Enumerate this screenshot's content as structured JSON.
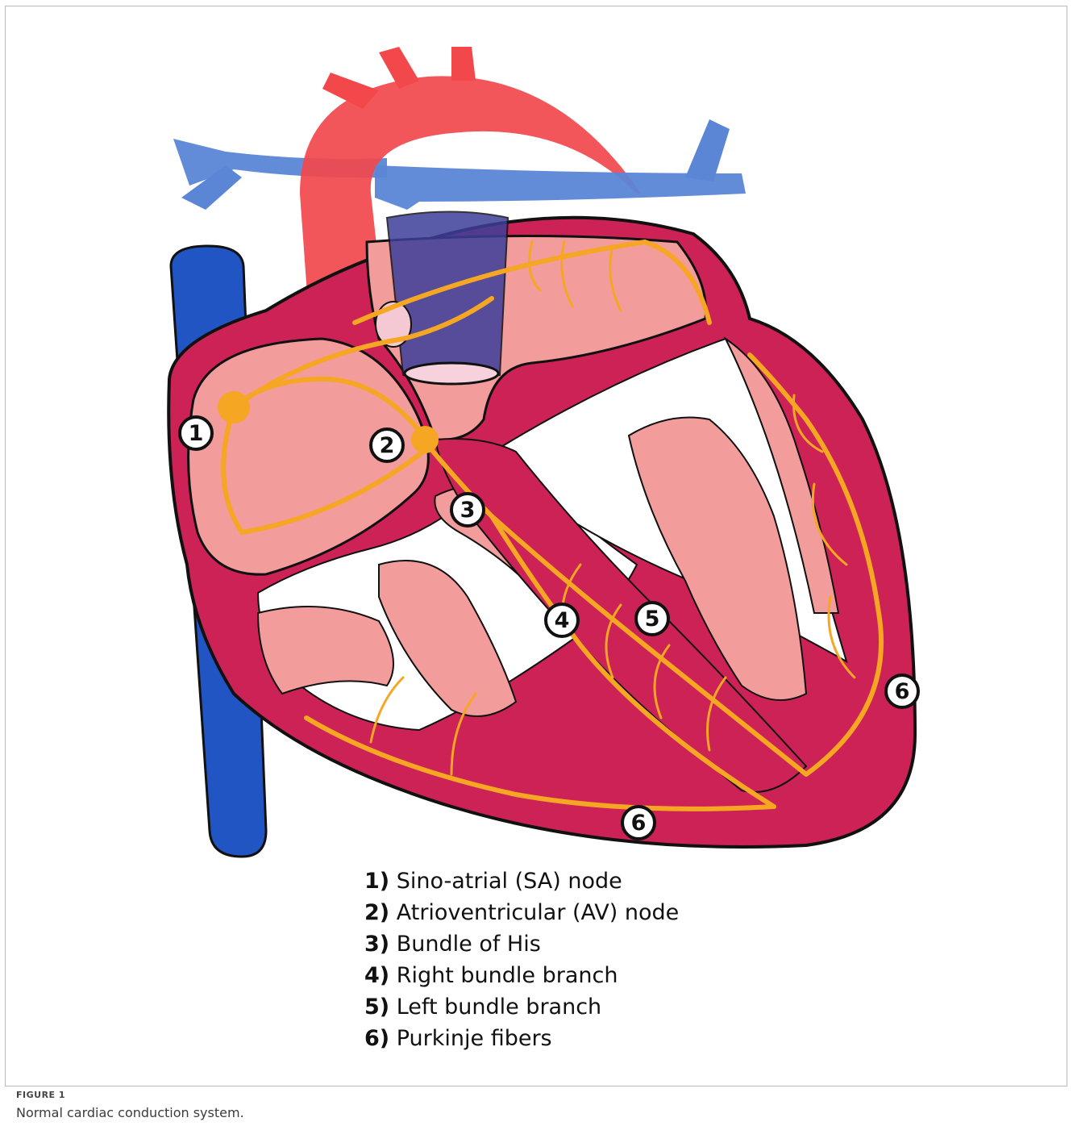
{
  "diagram": {
    "markers": [
      {
        "id": "1",
        "text": "1"
      },
      {
        "id": "2",
        "text": "2"
      },
      {
        "id": "3",
        "text": "3"
      },
      {
        "id": "4",
        "text": "4"
      },
      {
        "id": "5",
        "text": "5"
      },
      {
        "id": "6a",
        "text": "6"
      },
      {
        "id": "6b",
        "text": "6"
      }
    ],
    "legend": [
      {
        "num": "1)",
        "label": "Sino-atrial (SA) node"
      },
      {
        "num": "2)",
        "label": "Atrioventricular (AV) node"
      },
      {
        "num": "3)",
        "label": "Bundle of His"
      },
      {
        "num": "4)",
        "label": "Right bundle branch"
      },
      {
        "num": "5)",
        "label": "Left bundle branch"
      },
      {
        "num": "6)",
        "label": "Purkinje fibers"
      }
    ],
    "colors": {
      "myocardium": "#cc2255",
      "chamber": "#f29c9c",
      "conduction": "#f5a623",
      "vena_cava": "#2255c4",
      "aorta": "#f2484c",
      "pulmonary": "#5b86d6"
    }
  },
  "figure": {
    "label": "FIGURE 1",
    "caption": "Normal cardiac conduction system."
  }
}
